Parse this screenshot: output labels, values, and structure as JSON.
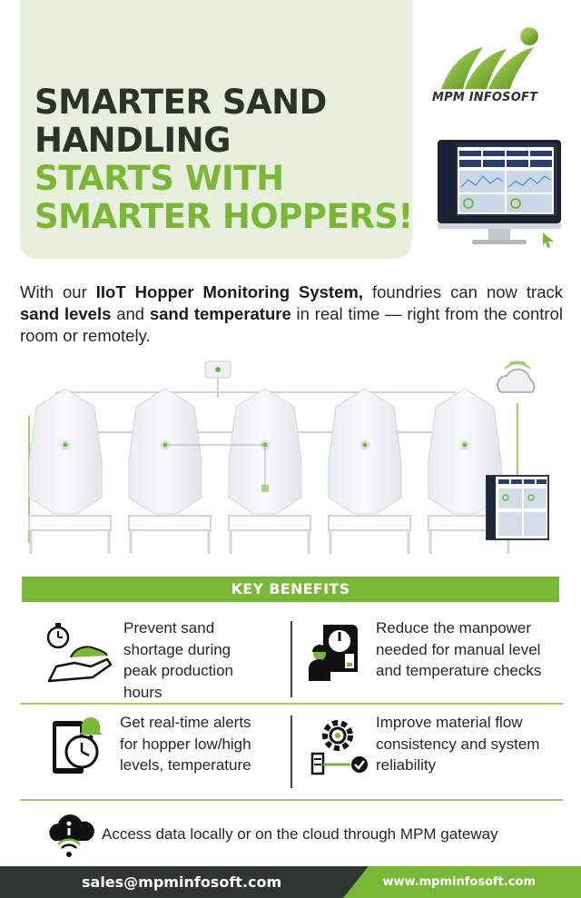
{
  "hero": {
    "line1": "SMARTER SAND",
    "line2": "HANDLING",
    "line3": "STARTS WITH",
    "line4": "SMARTER HOPPERS!"
  },
  "brand": {
    "name": "MPM INFOSOFT",
    "accent": "#7ab737",
    "dark": "#2b3527"
  },
  "intro": {
    "p1": "With our ",
    "b1": "IIoT Hopper Monitoring System,",
    "p2": " foundries can now track ",
    "b2": "sand levels",
    "p3": " and ",
    "b3": "sand temperature",
    "p4": " in real time — right from the control room or remotely."
  },
  "key_benefits": {
    "title": "KEY BENEFITS",
    "items": [
      {
        "icon": "stopwatch-hand-icon",
        "text": "Prevent sand shortage during peak production hours"
      },
      {
        "icon": "worker-gauge-icon",
        "text": "Reduce the manpower needed for manual level and temperature checks"
      },
      {
        "icon": "phone-alert-clock-icon",
        "text": "Get real-time alerts for hopper low/high levels, temperature"
      },
      {
        "icon": "gear-server-check-icon",
        "text": "Improve material flow consistency and system reliability"
      },
      {
        "icon": "cloud-wifi-icon",
        "text": "Access data locally or on the cloud through MPM gateway"
      }
    ]
  },
  "footer": {
    "email": "sales@mpminfosoft.com",
    "website": "www.mpminfosoft.com"
  }
}
